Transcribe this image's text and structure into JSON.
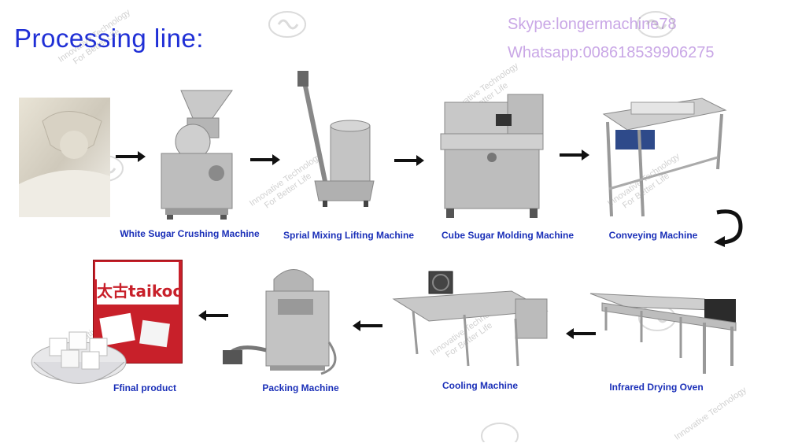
{
  "header": {
    "title": "Processing line:",
    "skype": "Skype:longermachine78",
    "whatsapp": "Whatsapp:008618539906275"
  },
  "steps": [
    {
      "label": "White Sugar Crushing Machine"
    },
    {
      "label": "Sprial Mixing Lifting Machine"
    },
    {
      "label": "Cube Sugar Molding Machine"
    },
    {
      "label": "Conveying Machine"
    },
    {
      "label": "Infrared Drying Oven"
    },
    {
      "label": "Cooling Machine"
    },
    {
      "label": "Packing Machine"
    },
    {
      "label": "Ffinal product"
    }
  ],
  "product_box": {
    "brand_cn": "太古",
    "brand_en": "taikoo"
  },
  "watermark": {
    "line1": "Innovative Technology",
    "line2": "For Better Life"
  },
  "colors": {
    "title": "#1f2fd6",
    "labels": "#1a2fb8",
    "contact": "#c9a7e6",
    "box_red": "#c8202a"
  }
}
